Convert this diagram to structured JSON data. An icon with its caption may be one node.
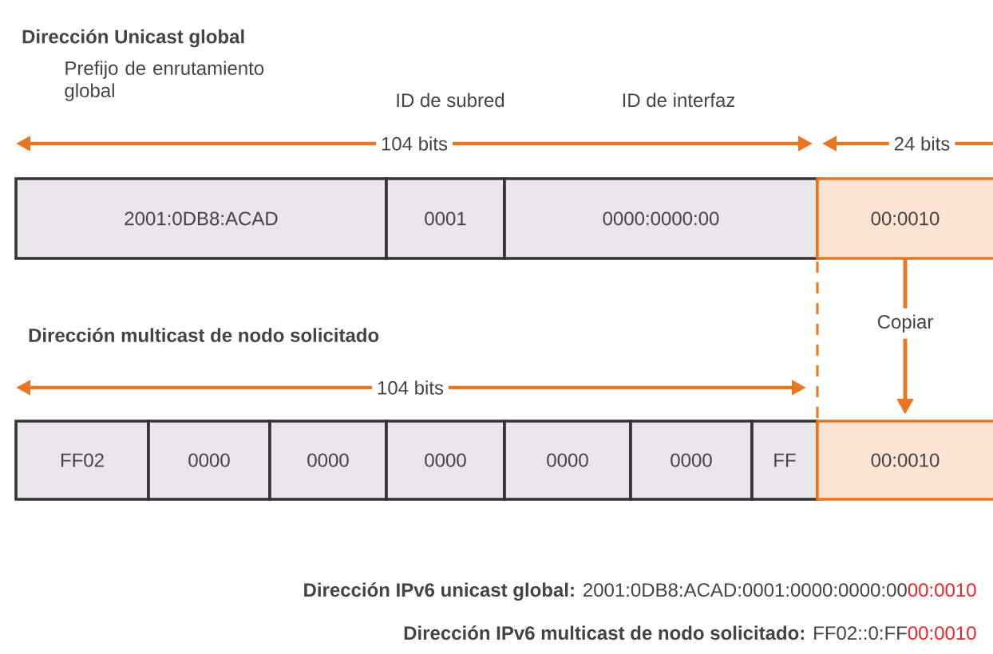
{
  "diagram": {
    "nodes": [
      {
        "text": [
          "2001:0DB8:ACAD"
        ]
      },
      {
        "text": [
          "0001"
        ]
      },
      {
        "text": [
          "0000:0000:00"
        ]
      },
      {
        "text": [
          "00:0010"
        ]
      },
      {
        "text": [
          "FF02"
        ]
      },
      {
        "text": [
          "0000"
        ]
      },
      {
        "text": [
          "0000"
        ]
      },
      {
        "text": [
          "0000"
        ]
      },
      {
        "text": [
          "0000"
        ]
      },
      {
        "text": [
          "0000"
        ]
      },
      {
        "text": [
          "FF"
        ]
      },
      {
        "text": [
          "00:0010"
        ]
      }
    ],
    "edges": [
      {
        "from": 3,
        "to": 11,
        "arrow": "to",
        "label": "Copiar"
      }
    ],
    "labels": [
      "Dirección Unicast global",
      "Prefijo de enrutamiento global",
      "ID de subred",
      "ID de interfaz",
      "104 bits",
      "24 bits",
      "Dirección multicast de nodo solicitado",
      "104 bits",
      "Dirección IPv6 unicast global:",
      "2001:0DB8:ACAD:0001:0000:0000:00",
      "00:0010",
      "Dirección IPv6 multicast de nodo solicitado:",
      "FF02::0:FF",
      "00:0010"
    ]
  }
}
